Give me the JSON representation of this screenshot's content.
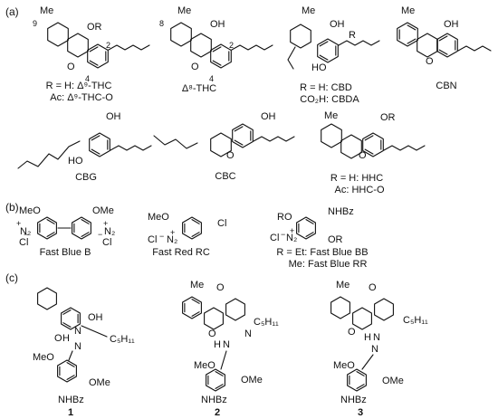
{
  "panels": [
    {
      "key": "a",
      "label": "(a)"
    },
    {
      "key": "b",
      "label": "(b)"
    },
    {
      "key": "c",
      "label": "(c)"
    }
  ],
  "row1": [
    {
      "key": "thc9",
      "captions": [
        "R = H: Δ⁹-THC",
        "Ac: Δ⁹-THC-O"
      ],
      "atoms": {
        "ring_label": "9",
        "substituent": "OR",
        "pos2": "2",
        "pos4": "4",
        "ring_O": "O",
        "methyl": "Me"
      }
    },
    {
      "key": "thc8",
      "captions": [
        "Δ⁸-THC"
      ],
      "atoms": {
        "ring_label": "8",
        "substituent": "OH",
        "pos2": "2",
        "pos4": "4",
        "ring_O": "O",
        "methyl": "Me"
      }
    },
    {
      "key": "cbd",
      "captions": [
        "R = H: CBD",
        "CO₂H: CBDA"
      ],
      "atoms": {
        "top": "OH",
        "bottom": "HO",
        "sub": "R",
        "methyl": "Me"
      }
    },
    {
      "key": "cbn",
      "captions": [
        "CBN"
      ],
      "atoms": {
        "top": "OH",
        "ring_O": "O",
        "methyl": "Me"
      }
    }
  ],
  "row2": [
    {
      "key": "cbg",
      "captions": [
        "CBG"
      ],
      "atoms": {
        "top": "OH",
        "bottom": "HO"
      }
    },
    {
      "key": "cbc",
      "captions": [
        "CBC"
      ],
      "atoms": {
        "top": "OH",
        "ring_O": "O"
      }
    },
    {
      "key": "hhc",
      "captions": [
        "R = H: HHC",
        "Ac: HHC-O"
      ],
      "atoms": {
        "substituent": "OR",
        "ring_O": "O",
        "methyl": "Me"
      }
    }
  ],
  "salts": [
    {
      "key": "fast_blue_b",
      "caption": "Fast Blue B",
      "atoms": {
        "ome_left": "MeO",
        "ome_right": "OMe",
        "n2_left": "N₂",
        "n2_right": "N₂",
        "cl": "Cl",
        "plus": "+",
        "minus": "−"
      }
    },
    {
      "key": "fast_red_rc",
      "caption": "Fast Red RC",
      "atoms": {
        "ome": "MeO",
        "cl_sub": "Cl",
        "n2": "N₂",
        "cl": "Cl",
        "plus": "+",
        "minus": "−"
      }
    },
    {
      "key": "fast_blue_bb",
      "captions": [
        "R = Et: Fast Blue BB",
        "Me: Fast Blue RR"
      ],
      "atoms": {
        "ro": "RO",
        "nhbz": "NHBz",
        "or": "OR",
        "n2": "N₂",
        "cl": "Cl",
        "plus": "+",
        "minus": "−"
      }
    }
  ],
  "adducts": [
    {
      "key": "c1",
      "number": "1",
      "atoms": {
        "oh": "OH",
        "o": "O",
        "h": "H",
        "n1": "N",
        "n2": "N",
        "chain": "C₅H₁₁",
        "meo": "MeO",
        "ome": "OMe",
        "nhbz": "NHBz"
      }
    },
    {
      "key": "c2",
      "number": "2",
      "atoms": {
        "me": "Me",
        "o_top": "O",
        "o_ring": "O",
        "h": "H",
        "n1": "N",
        "n2": "N",
        "chain": "C₅H₁₁",
        "meo": "MeO",
        "ome": "OMe",
        "nhbz": "NHBz"
      }
    },
    {
      "key": "c3",
      "number": "3",
      "atoms": {
        "me": "Me",
        "o_top": "O",
        "o_ring": "O",
        "h": "H",
        "n1": "N",
        "n2": "N",
        "chain": "C₅H₁₁",
        "meo": "MeO",
        "ome": "OMe",
        "nhbz": "NHBz"
      }
    }
  ]
}
